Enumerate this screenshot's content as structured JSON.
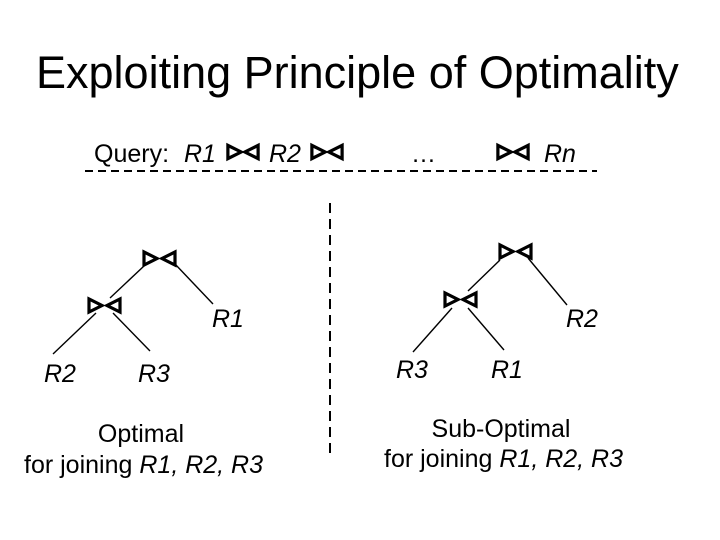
{
  "colors": {
    "text": "#000000",
    "background": "#ffffff"
  },
  "title": "Exploiting Principle of Optimality",
  "icons": {
    "join": "bowtie-join-icon"
  },
  "query": {
    "label": "Query:",
    "rel1": "R1",
    "rel2": "R2",
    "ellipsis": "…",
    "reln": "Rn"
  },
  "left_tree": {
    "right_child_of_root": "R1",
    "left_leaf": "R2",
    "right_leaf": "R3",
    "caption_title": "Optimal",
    "caption_prefix": "for joining ",
    "caption_relations": "R1, R2, R3"
  },
  "right_tree": {
    "right_child_of_root": "R2",
    "left_leaf": "R3",
    "right_leaf": "R1",
    "caption_title": "Sub-Optimal",
    "caption_prefix": "for joining ",
    "caption_relations": "R1, R2, R3"
  }
}
